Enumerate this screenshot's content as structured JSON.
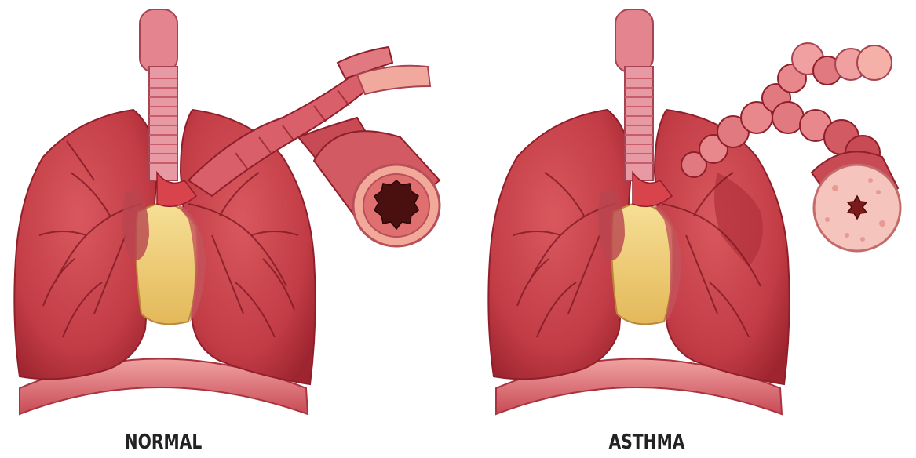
{
  "panels": [
    {
      "id": "normal",
      "label": "NORMAL"
    },
    {
      "id": "asthma",
      "label": "ASTHMA"
    }
  ],
  "colors": {
    "lung_fill": "#c9424a",
    "lung_dark": "#8f1f2a",
    "lung_highlight": "#e0767a",
    "trachea": "#e3848f",
    "trachea_ring": "#c95c6a",
    "heart": "#f0d27a",
    "diaphragm": "#d9606a",
    "airway_wall": "#f3a99a",
    "airway_lumen": "#3a0d0d",
    "inflamed": "#f5c4bc",
    "caption_text": "#222222"
  }
}
